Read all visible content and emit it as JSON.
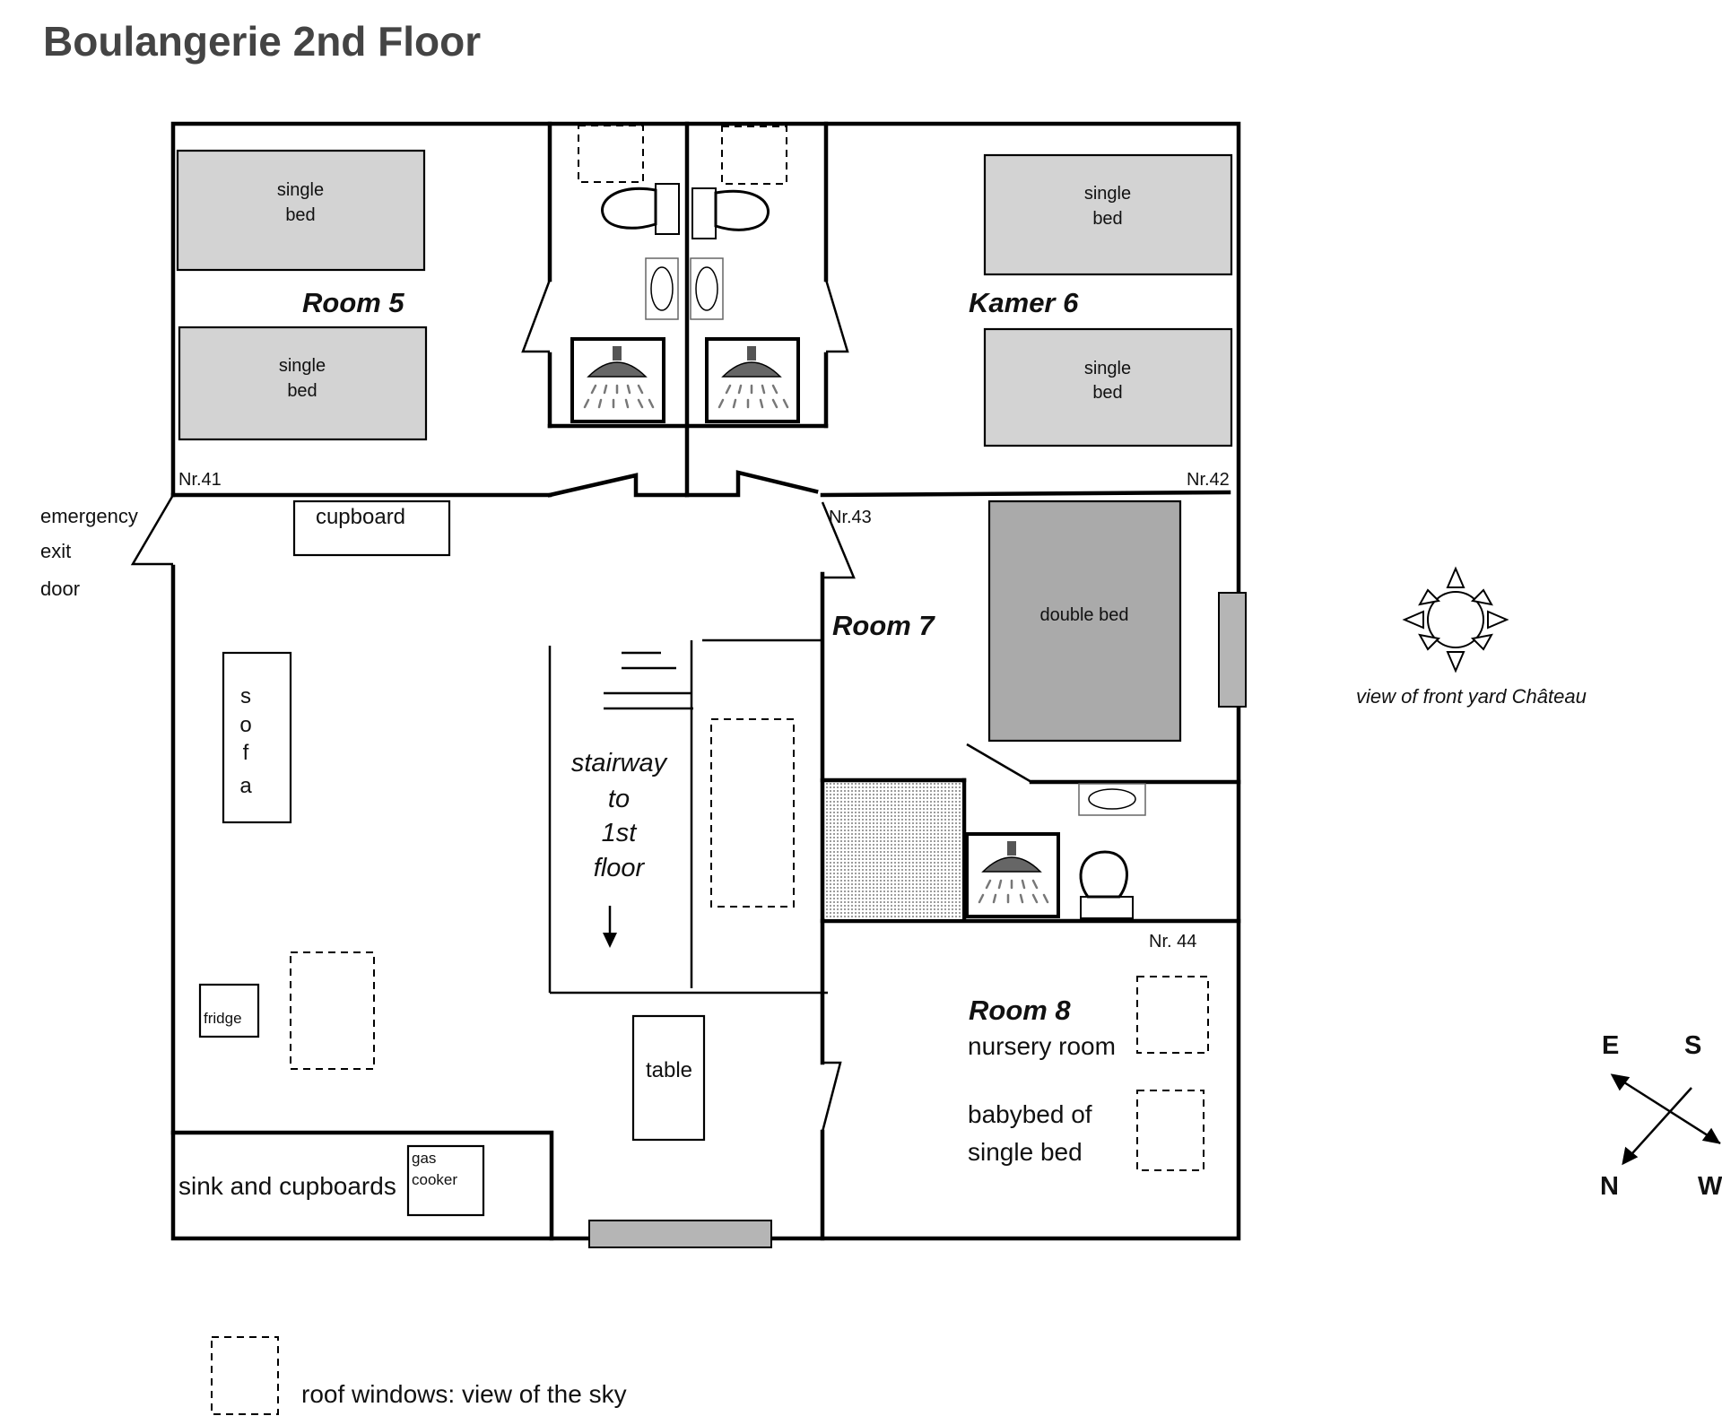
{
  "title": "Boulangerie 2nd Floor",
  "rooms": {
    "room5": "Room  5",
    "kamer6": "Kamer  6",
    "room7": "Room 7",
    "room8": "Room 8",
    "room8_sub": "nursery room"
  },
  "numbers": {
    "nr41": "Nr.41",
    "nr42": "Nr.42",
    "nr43": "Nr.43",
    "nr44": "Nr. 44"
  },
  "beds": {
    "single_line1": "single",
    "single_line2": "bed",
    "double": "double bed"
  },
  "furniture": {
    "cupboard": "cupboard",
    "sofa_letters": [
      "s",
      "o",
      "f",
      "a"
    ],
    "fridge": "fridge",
    "table": "table",
    "sink": "sink and cupboards",
    "gas_line1": "gas",
    "gas_line2": "cooker"
  },
  "emergency": [
    "emergency",
    "exit",
    "door"
  ],
  "stairway": [
    "stairway",
    "to",
    "1st",
    "floor"
  ],
  "babybed": [
    "babybed of",
    "single bed"
  ],
  "view": "view of front yard Château",
  "compass": {
    "e": "E",
    "s": "S",
    "n": "N",
    "w": "W"
  },
  "legend": "roof windows: view of the sky",
  "colors": {
    "bed_fill": "#d3d3d3",
    "double_bed_fill": "#aaaaaa",
    "window_fill": "#b5b5b5",
    "title_color": "#444444"
  }
}
